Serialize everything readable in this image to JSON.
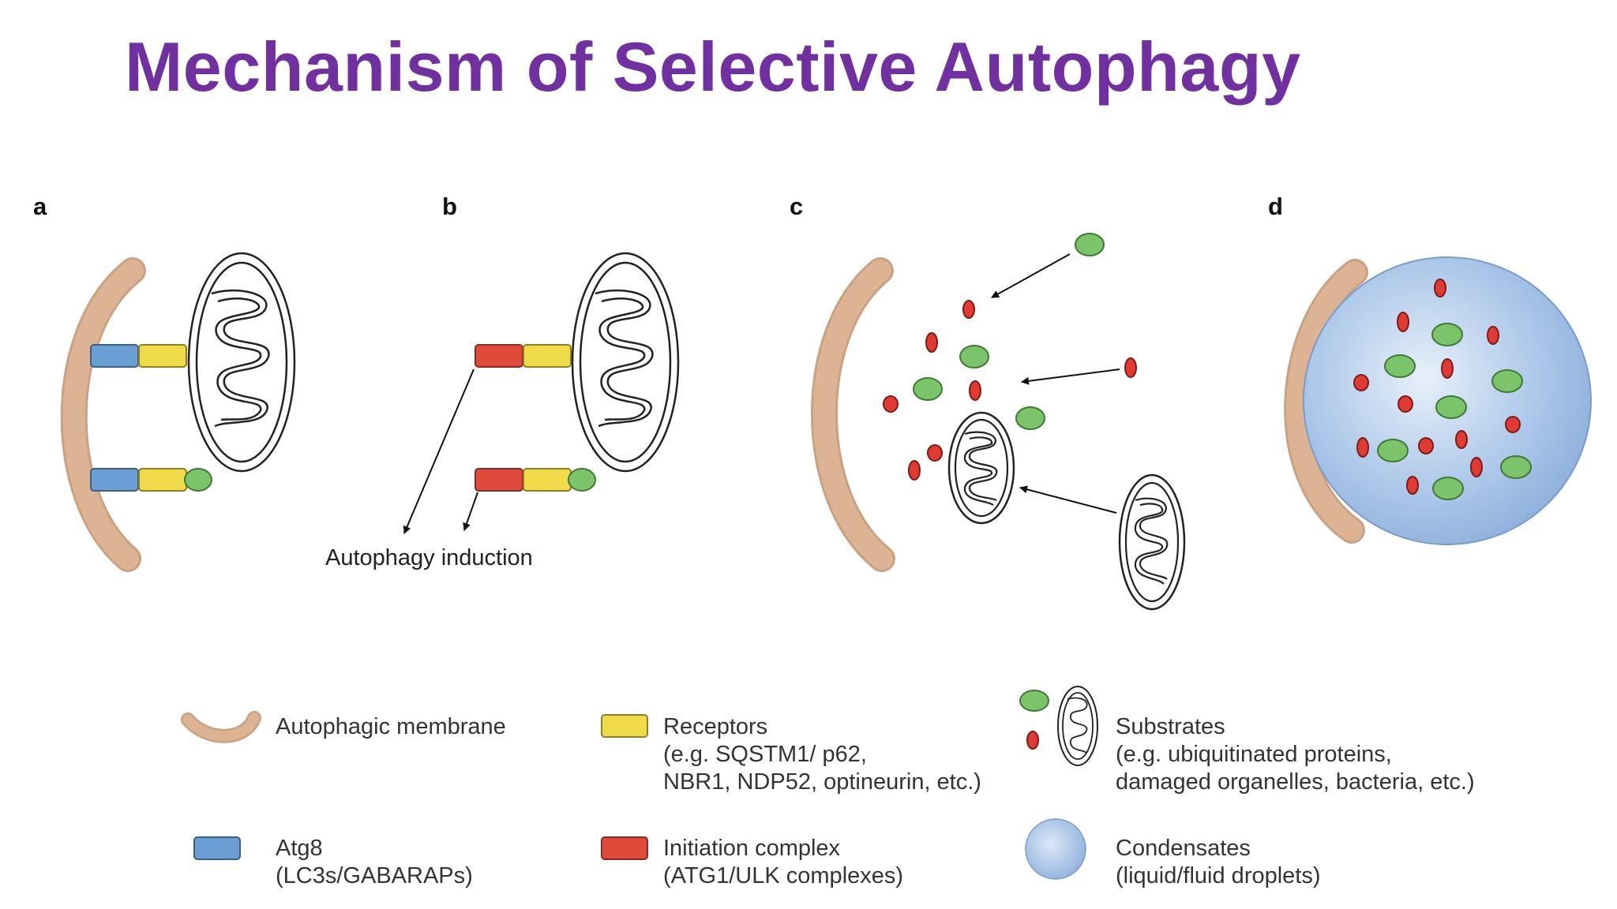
{
  "title": "Mechanism of Selective Autophagy",
  "panels": {
    "a": "a",
    "b": "b",
    "c": "c",
    "d": "d"
  },
  "panel_b": {
    "caption": "Autophagy induction"
  },
  "legend": {
    "membrane": {
      "line1": "Autophagic membrane"
    },
    "receptors": {
      "line1": "Receptors",
      "line2": "(e.g. SQSTM1/ p62,",
      "line3": "NBR1, NDP52, optineurin, etc.)"
    },
    "substrates": {
      "line1": "Substrates",
      "line2": "(e.g. ubiquitinated proteins,",
      "line3": "damaged organelles, bacteria, etc.)"
    },
    "atg8": {
      "line1": "Atg8",
      "line2": "(LC3s/GABARAPs)"
    },
    "initiation": {
      "line1": "Initiation complex",
      "line2": "(ATG1/ULK complexes)"
    },
    "condensates": {
      "line1": "Condensates",
      "line2": "(liquid/fluid droplets)"
    }
  },
  "colors": {
    "title": "#7030a0",
    "membrane": "#d9b08c",
    "atg8": "#6a9fd4",
    "receptor": "#f0dc4a",
    "initiation": "#e04a3a",
    "substrate_green": "#7cc46a",
    "substrate_red": "#e03a32",
    "condensate": "#a9c6ea"
  },
  "icons": [
    "autophagic-membrane-icon",
    "mitochondrion-icon",
    "condensate-icon",
    "arrow-icon"
  ]
}
